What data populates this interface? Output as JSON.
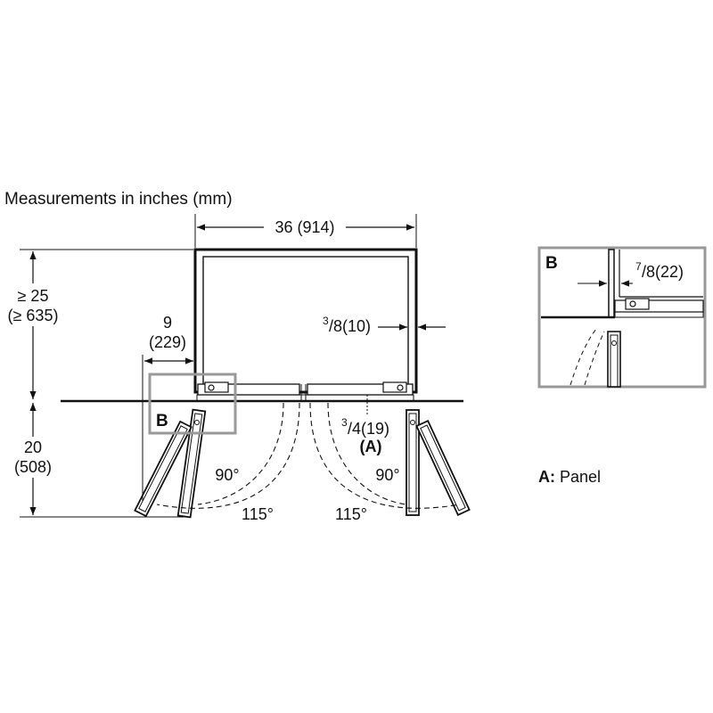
{
  "title": "Measurements in inches (mm)",
  "dimensions": {
    "width": "36 (914)",
    "height_top_line1": "≥ 25",
    "height_top_line2": "(≥ 635)",
    "side_clearance_line1": "9",
    "side_clearance_line2": "(229)",
    "bottom_line1": "20",
    "bottom_line2": "(508)",
    "inner_gap_sup": "3",
    "inner_gap_rest": "/8(10)",
    "panel_gap_sup": "3",
    "panel_gap_rest": "/4(19)",
    "panel_marker": "(A)",
    "detail_gap_sup": "7",
    "detail_gap_rest": "/8(22)"
  },
  "angles": {
    "left_90": "90°",
    "left_115": "115°",
    "right_90": "90°",
    "right_115": "115°"
  },
  "labels": {
    "detail_marker_main": "B",
    "detail_marker_inset": "B"
  },
  "legend": {
    "key": "A:",
    "text": " Panel"
  }
}
